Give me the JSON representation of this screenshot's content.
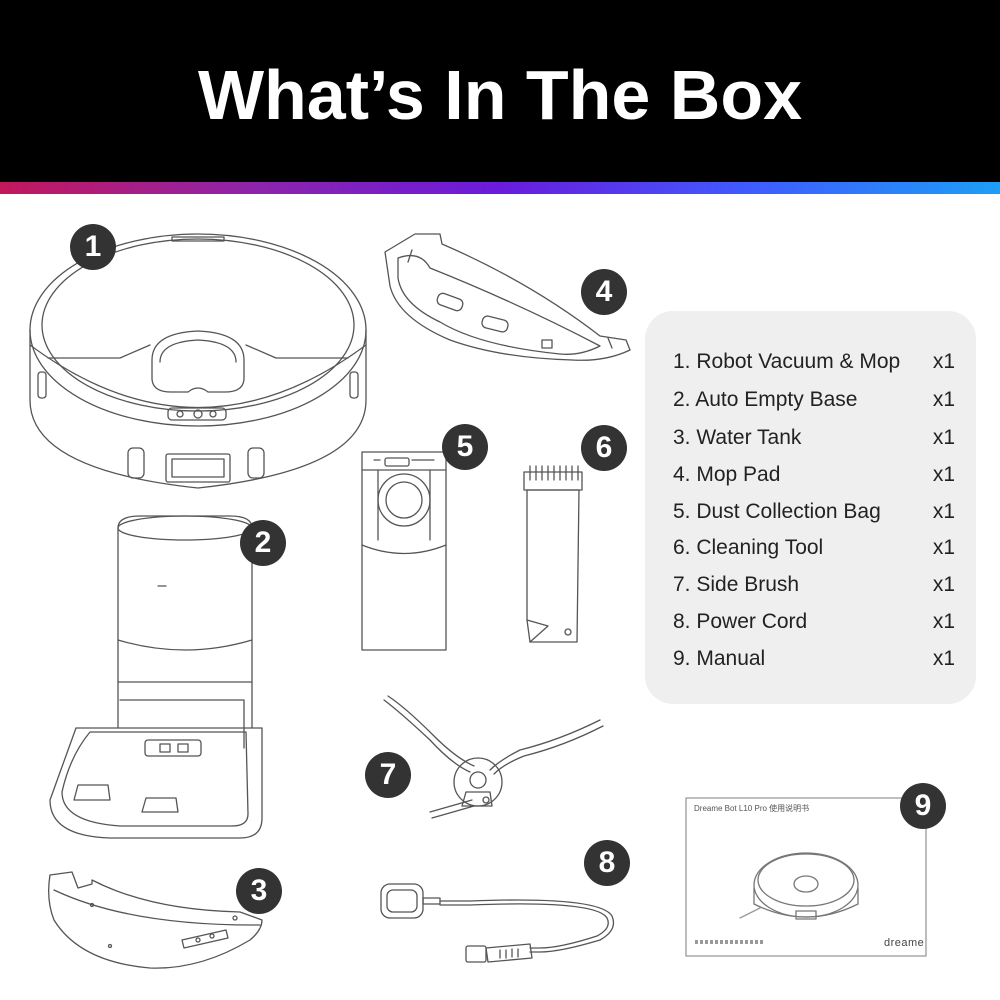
{
  "header": {
    "title": "What’s In The Box"
  },
  "colors": {
    "header_bg": "#000000",
    "badge_bg": "#333333",
    "panel_bg": "#efefef",
    "stripe": [
      "#c2185b",
      "#8e24aa",
      "#6a1bdc",
      "#3f5bff",
      "#1e9ef5"
    ]
  },
  "badges": [
    "1",
    "2",
    "3",
    "4",
    "5",
    "6",
    "7",
    "8",
    "9"
  ],
  "items": [
    {
      "label": "1. Robot Vacuum & Mop",
      "qty": "x1"
    },
    {
      "label": "2. Auto Empty Base",
      "qty": "x1"
    },
    {
      "label": "3. Water Tank",
      "qty": "x1"
    },
    {
      "label": "4. Mop Pad",
      "qty": "x1"
    },
    {
      "label": "5. Dust Collection Bag",
      "qty": "x1"
    },
    {
      "label": "6. Cleaning Tool",
      "qty": "x1"
    },
    {
      "label": "7. Side Brush",
      "qty": "x1"
    },
    {
      "label": "8. Power Cord",
      "qty": "x1"
    },
    {
      "label": "9. Manual",
      "qty": "x1"
    }
  ],
  "manual": {
    "title": "Dreame Bot L10 Pro 使用说明书",
    "brand": "dreame"
  },
  "icons": [
    "robot-vacuum-icon",
    "auto-empty-base-icon",
    "water-tank-icon",
    "mop-pad-icon",
    "dust-bag-icon",
    "cleaning-tool-icon",
    "side-brush-icon",
    "power-cord-icon",
    "manual-icon"
  ]
}
